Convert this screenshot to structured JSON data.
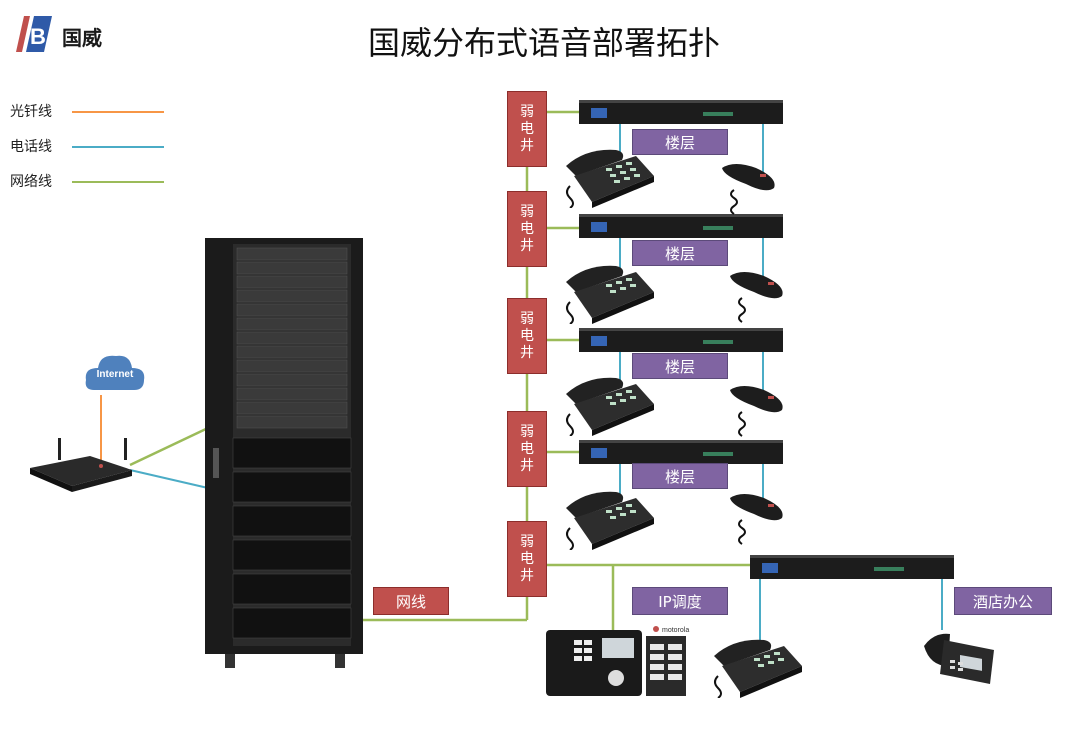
{
  "title": "国威分布式语音部署拓扑",
  "logo": {
    "text": "国威"
  },
  "legend": [
    {
      "label": "光钎线",
      "color": "#f79646"
    },
    {
      "label": "电话线",
      "color": "#4bacc6"
    },
    {
      "label": "网络线",
      "color": "#9bbb59"
    }
  ],
  "internet_label": "Internet",
  "weak_room_label": [
    "弱",
    "电",
    "井"
  ],
  "floor_label": "楼层",
  "net_cable_label": "网线",
  "ip_dispatch_label": "IP调度",
  "hotel_office_label": "酒店办公",
  "device_brand": "motorola",
  "colors": {
    "floor_box": "#8064a2",
    "room_box": "#c0504d",
    "net_tag": "#c0504d"
  }
}
